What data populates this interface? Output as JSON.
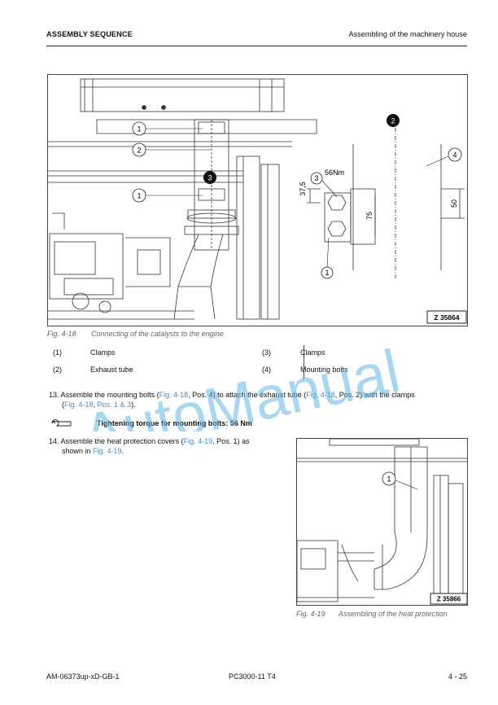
{
  "header": {
    "left": "ASSEMBLY SEQUENCE",
    "right": "Assembling of the machinery house"
  },
  "figure1": {
    "callouts": [
      "1",
      "2",
      "3",
      "1",
      "2",
      "4",
      "3"
    ],
    "torque_label": "56Nm",
    "dim_37_5": "37,5",
    "dim_75": "75",
    "dim_50": "50",
    "image_id": "Z 35864",
    "caption_number": "Fig. 4-18",
    "caption_text": "Connecting of the catalysts to the engine"
  },
  "legend": [
    {
      "num": "(1)",
      "label": "Clamps"
    },
    {
      "num": "(3)",
      "label": "Clamps"
    },
    {
      "num": "(2)",
      "label": "Exhaust tube"
    },
    {
      "num": "(4)",
      "label": "Mounting bolts"
    }
  ],
  "step13": {
    "num": "13.",
    "t1": "Assemble the mounting bolts (",
    "ref1": "Fig. 4-18",
    "t2": ", Pos. 4) to attach the exhaust tube (",
    "ref2": "Fig. 4-18",
    "t3": ", Pos. 2) with the clamps",
    "t4": "(",
    "ref3": "Fig. 4-18",
    "t5": ", ",
    "ref4": "Pos. 1 & 3",
    "t6": ")."
  },
  "torque": {
    "text": "Tightening torque for mounting bolts: 56 Nm",
    "icon": "wrench-icon"
  },
  "step14": {
    "num": "14.",
    "t1": "Assemble the heat protection covers (",
    "ref1": "Fig. 4-19",
    "t2": ", Pos. 1) as",
    "t3": "shown in ",
    "ref2": "Fig. 4-19",
    "t4": "."
  },
  "figure2": {
    "callout": "1",
    "image_id": "Z 35866",
    "caption_number": "Fig. 4-19",
    "caption_text": "Assembling of the heat protection"
  },
  "footer": {
    "left": "AM-06373up-xD-GB-1",
    "center": "PC3000-11 T4",
    "right": "4 - 25"
  },
  "watermark": "AutoManual",
  "colors": {
    "watermark": "#5fb6e6",
    "link": "#4a8ac4",
    "caption": "#666666"
  }
}
